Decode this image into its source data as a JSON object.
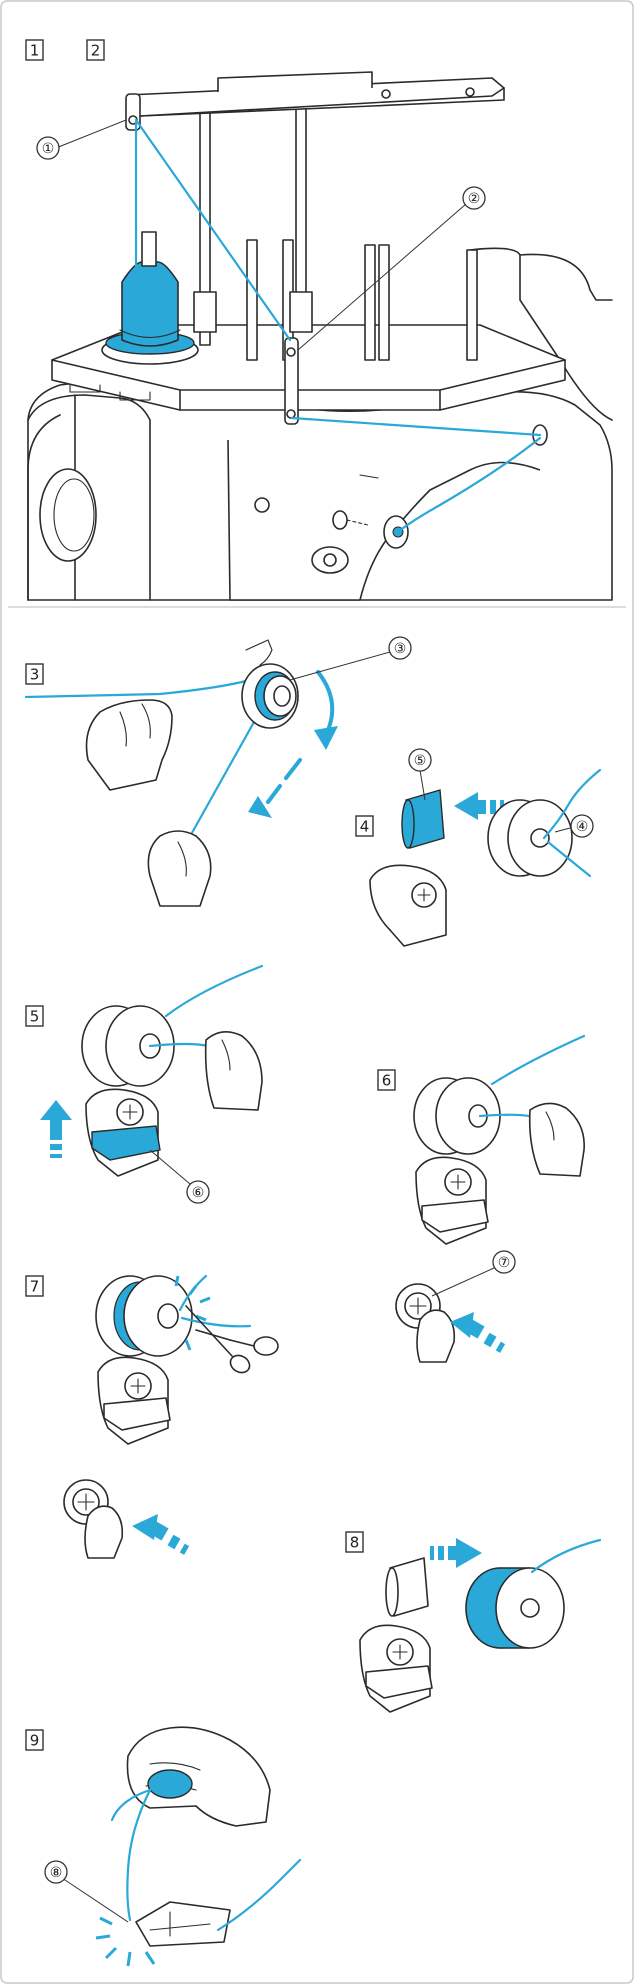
{
  "steps": {
    "s1": "1",
    "s2": "2",
    "s3": "3",
    "s4": "4",
    "s5": "5",
    "s6": "6",
    "s7": "7",
    "s8": "8",
    "s9": "9"
  },
  "callouts": {
    "c1": "①",
    "c2": "②",
    "c3": "③",
    "c4": "④",
    "c5": "⑤",
    "c6": "⑥",
    "c7": "⑦",
    "c8": "⑧"
  },
  "colors": {
    "accent": "#2aa8d8",
    "outline": "#2b2b2b",
    "frame": "#c8c8c8"
  }
}
